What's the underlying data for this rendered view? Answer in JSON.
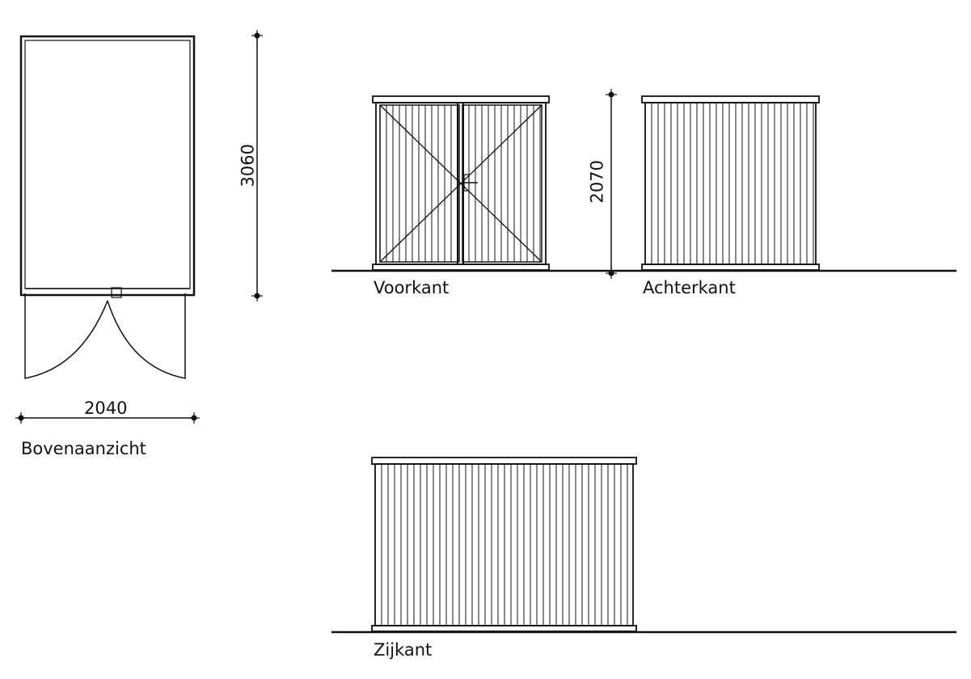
{
  "views": {
    "top": {
      "label": "Bovenaanzicht",
      "width_dim": "2040",
      "depth_dim": "3060"
    },
    "front": {
      "label": "Voorkant",
      "height_dim": "2070"
    },
    "back": {
      "label": "Achterkant"
    },
    "side": {
      "label": "Zijkant"
    }
  },
  "colors": {
    "line": "#111111",
    "background": "#ffffff"
  }
}
